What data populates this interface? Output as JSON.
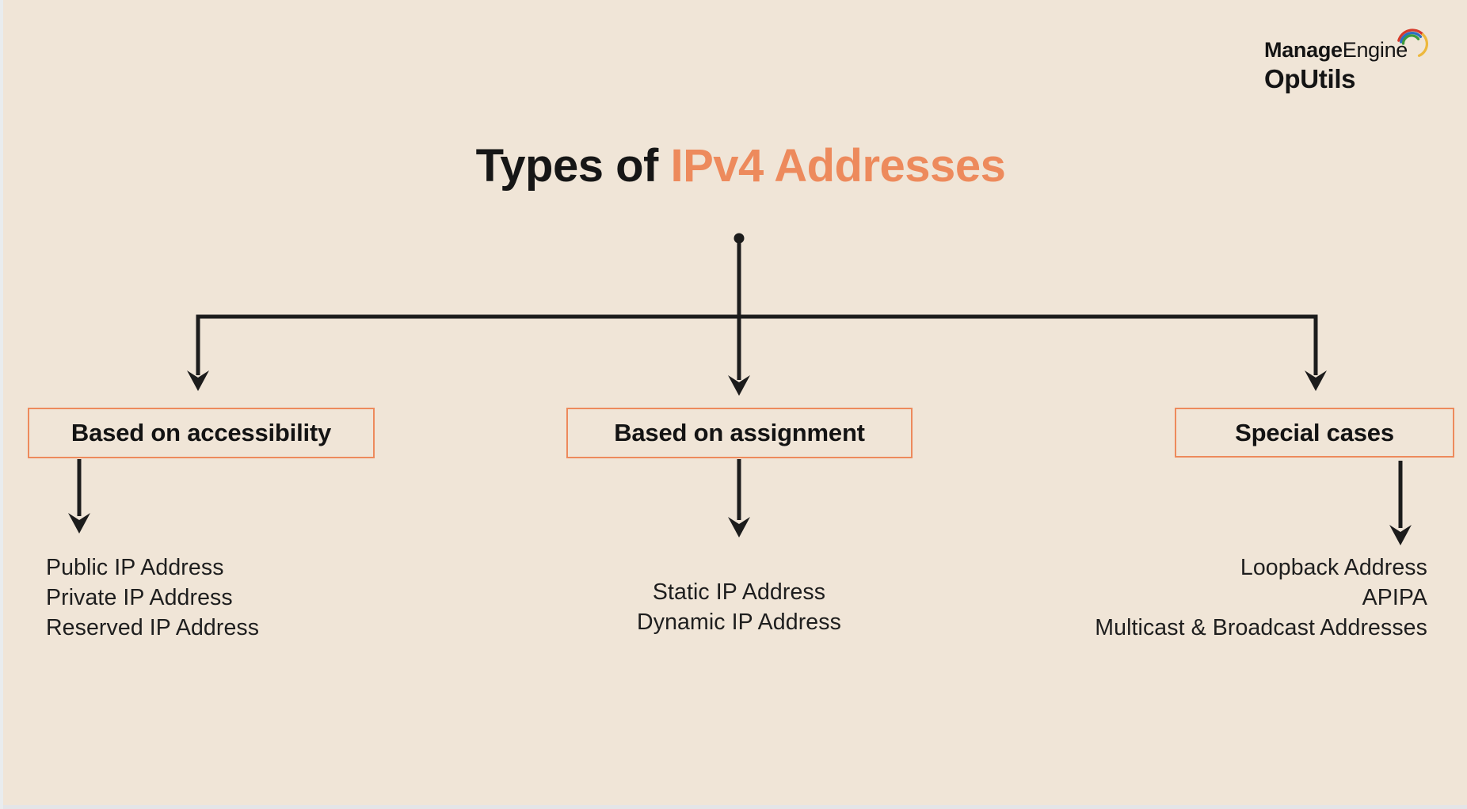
{
  "colors": {
    "background": "#f0e5d7",
    "accent_orange": "#ed8a5c",
    "ink": "#1c1c1c"
  },
  "logo": {
    "brand_bold": "Manage",
    "brand_light": "Engine",
    "product": "OpUtils"
  },
  "title": {
    "prefix": "Types of ",
    "highlight": "IPv4 Addresses"
  },
  "branches": [
    {
      "label": "Based on accessibility",
      "items": [
        "Public IP Address",
        "Private IP Address",
        "Reserved IP Address"
      ]
    },
    {
      "label": "Based on assignment",
      "items": [
        "Static IP Address",
        "Dynamic IP Address"
      ]
    },
    {
      "label": "Special cases",
      "items": [
        "Loopback Address",
        "APIPA",
        "Multicast & Broadcast Addresses"
      ]
    }
  ]
}
